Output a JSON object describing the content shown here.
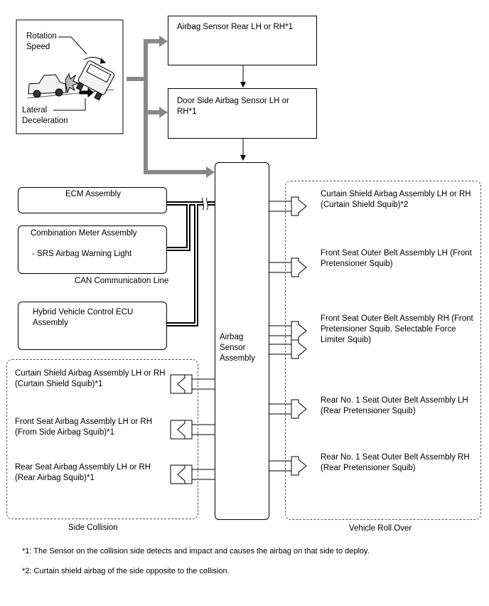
{
  "illustration": {
    "rotation_label": "Rotation\nSpeed",
    "lateral_label": "Lateral\nDeceleration"
  },
  "sensors": {
    "rear": "Airbag Sensor Rear LH or RH*1",
    "door": "Door Side Airbag Sensor LH or RH*1"
  },
  "central": "Airbag\nSensor\nAssembly",
  "ecus": {
    "ecm": "ECM Assembly",
    "meter": "Combination Meter Assembly",
    "meter_sub": "- SRS Airbag Warning Light",
    "can": "CAN Communication Line",
    "hv": "Hybrid Vehicle Control ECU Assembly"
  },
  "side_collision": {
    "label": "Side Collision",
    "items": [
      "Curtain Shield Airbag Assembly LH or RH (Curtain Shield Squib)*1",
      "Front Seat Airbag Assembly LH or RH (From Side Airbag Squib)*1",
      "Rear Seat Airbag Assembly LH or RH (Rear Airbag Squib)*1"
    ]
  },
  "roll_over": {
    "label": "Vehicle Roll Over",
    "items": [
      "Curtain Shield Airbag Assembly LH or RH (Curtain Shield Squib)*2",
      "Front Seat Outer Belt Assembly LH (Front Pretensioner Squib)",
      "Front Seat Outer Belt Assembly RH (Front Pretensioner Squib, Selectable Force Limiter Squib)",
      "Rear No. 1 Seat Outer Belt Assembly LH (Rear Pretensioner Squib)",
      "Rear No. 1 Seat Outer Belt Assembly RH (Rear Pretensioner Squib)"
    ]
  },
  "notes": [
    "*1: The Sensor on the collision side detects and impact and causes the airbag on that side to deploy.",
    "*2: Curtain shield airbag of the side opposite to the collision."
  ]
}
